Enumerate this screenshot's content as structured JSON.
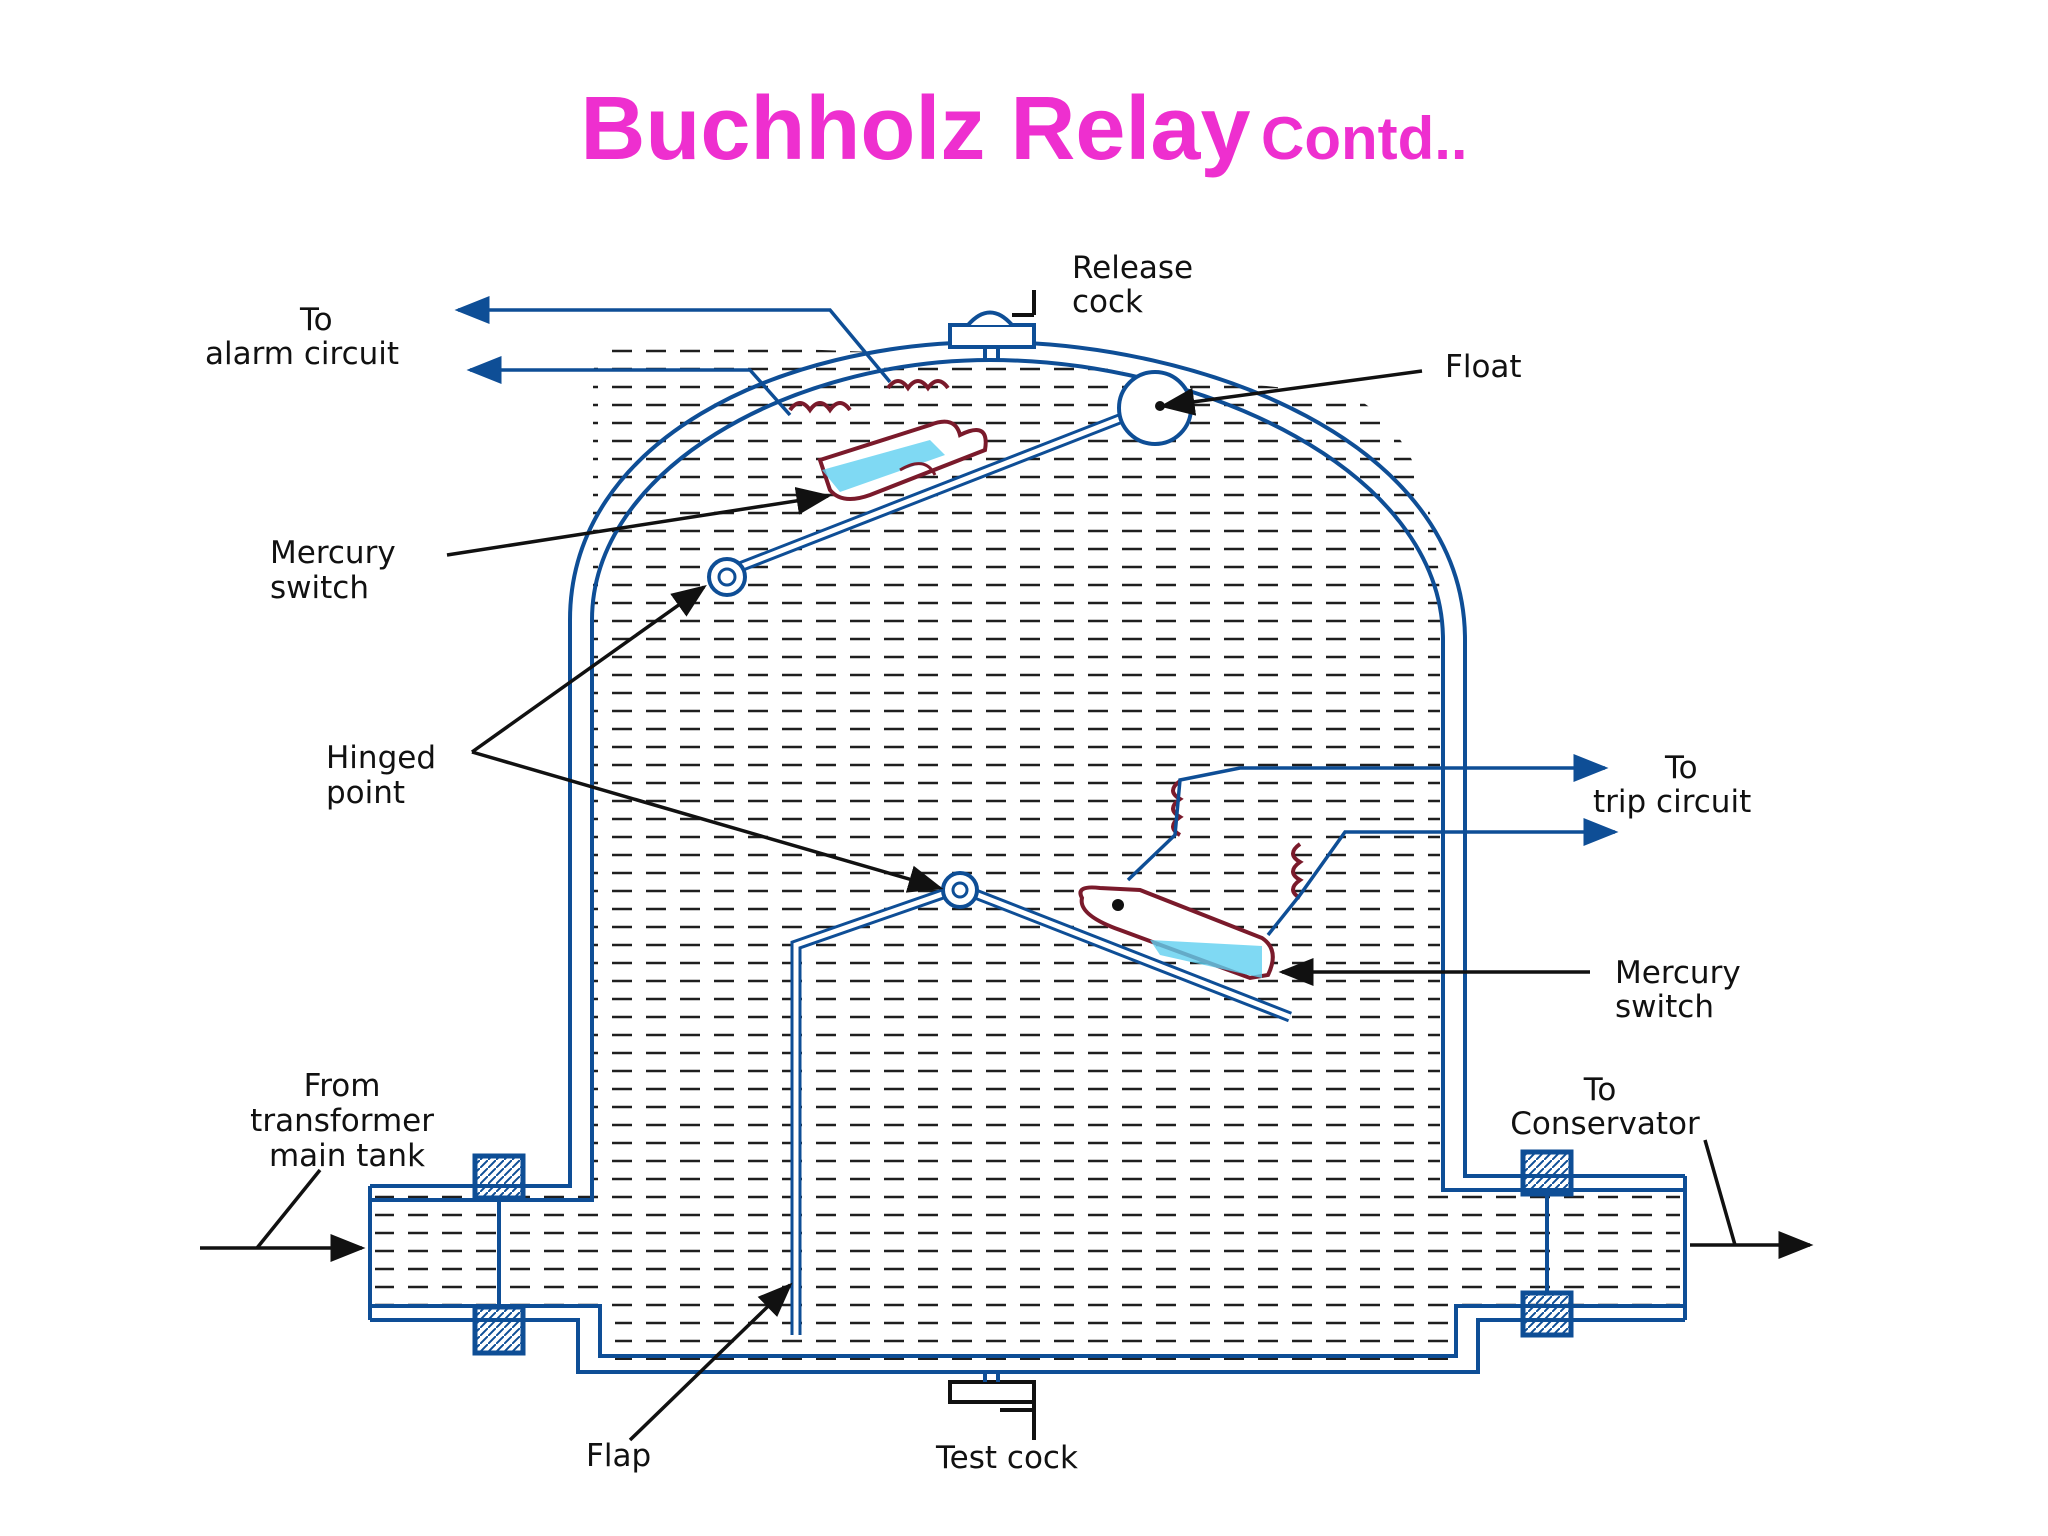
{
  "title": {
    "main": "Buchholz Relay",
    "sub": "Contd.."
  },
  "colors": {
    "title": "#ee2fcf",
    "line": "#0e4e96",
    "liquid": "#1f1f1f",
    "coil": "#7a1a2b",
    "mercury": "#5fd0f0",
    "arrow": "#111111"
  },
  "labels": {
    "release_cock": [
      "Release",
      "cock"
    ],
    "to_alarm": [
      "To",
      "alarm circuit"
    ],
    "float": "Float",
    "mercury_switch_top": [
      "Mercury",
      "switch"
    ],
    "hinged_point": [
      "Hinged",
      "point"
    ],
    "to_trip": [
      "To",
      "trip circuit"
    ],
    "mercury_switch_bottom": [
      "Mercury",
      "switch"
    ],
    "from_transformer": [
      "From",
      "transformer",
      "main tank"
    ],
    "to_conservator": [
      "To",
      "Conservator"
    ],
    "flap": "Flap",
    "test_cock": "Test cock"
  }
}
